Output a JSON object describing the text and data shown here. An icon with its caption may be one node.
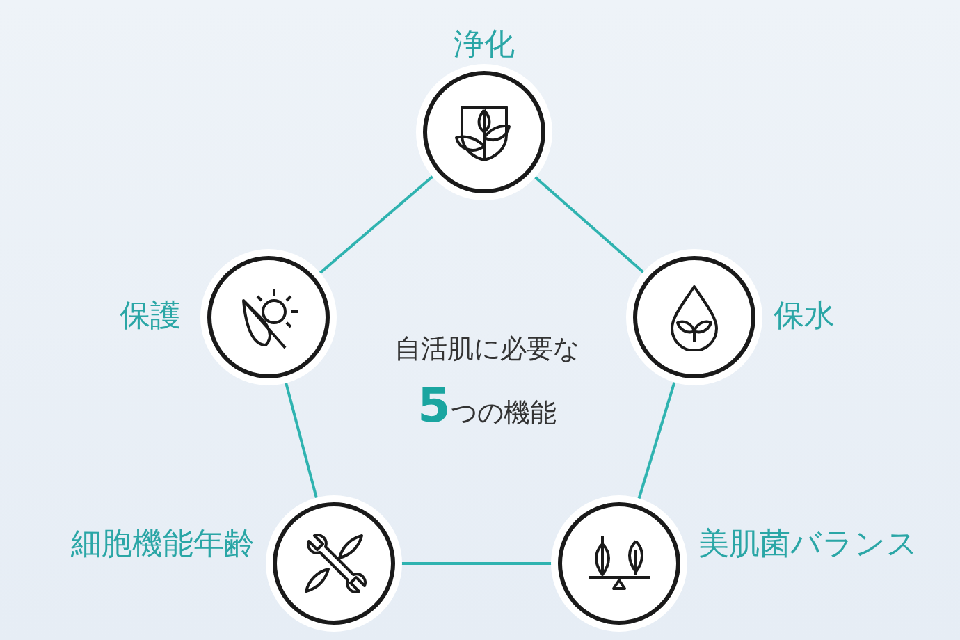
{
  "diagram": {
    "nodes": [
      {
        "text": [],
        "shape": "circle",
        "beside": [
          "浄化"
        ]
      },
      {
        "text": [],
        "shape": "circle",
        "beside": [
          "保護"
        ]
      },
      {
        "text": [],
        "shape": "circle",
        "beside": [
          "保水"
        ]
      },
      {
        "text": [],
        "shape": "circle",
        "beside": [
          "細胞機能年齢"
        ]
      },
      {
        "text": [],
        "shape": "circle",
        "beside": [
          "美肌菌バランス"
        ]
      }
    ],
    "edges": [
      {
        "from": 0,
        "to": 2,
        "arrow": "none"
      },
      {
        "from": 2,
        "to": 4,
        "arrow": "none"
      },
      {
        "from": 4,
        "to": 3,
        "arrow": "none"
      },
      {
        "from": 3,
        "to": 1,
        "arrow": "none"
      },
      {
        "from": 1,
        "to": 0,
        "arrow": "none"
      }
    ],
    "labels": [
      "自活肌に必要な",
      "**5**つの機能"
    ]
  }
}
